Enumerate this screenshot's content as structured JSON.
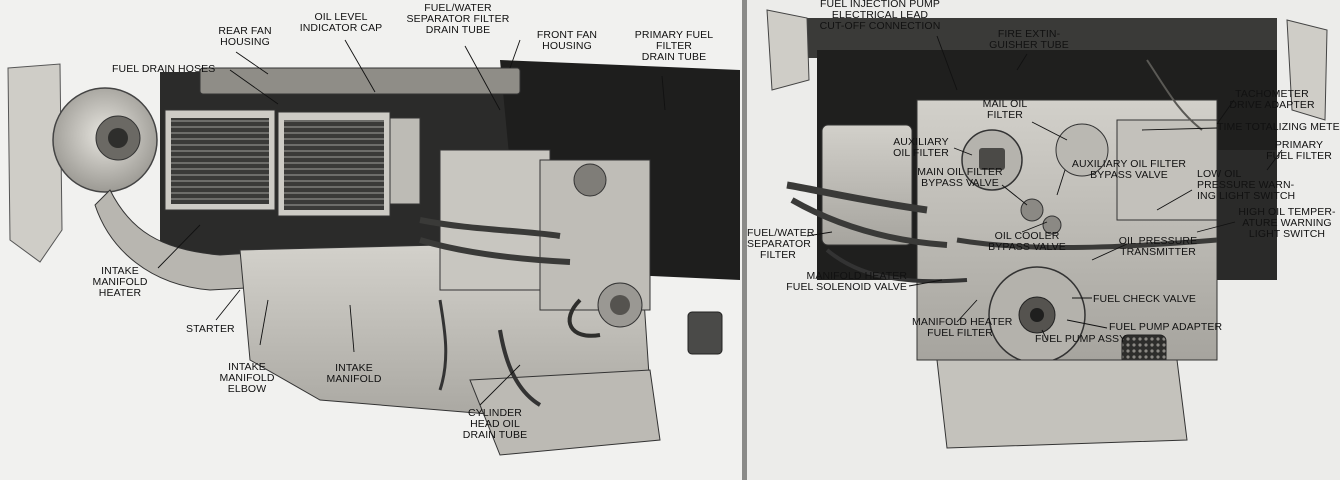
{
  "left": {
    "labels": [
      {
        "id": "rear-fan-housing",
        "text": "REAR FAN\nHOUSING"
      },
      {
        "id": "oil-level-indicator-cap",
        "text": "OIL LEVEL\nINDICATOR CAP"
      },
      {
        "id": "fuel-water-separator-filter-drain-tube",
        "text": "FUEL/WATER\nSEPARATOR FILTER\nDRAIN TUBE"
      },
      {
        "id": "front-fan-housing",
        "text": "FRONT FAN\nHOUSING"
      },
      {
        "id": "primary-fuel-filter-drain-tube",
        "text": "PRIMARY FUEL\nFILTER\nDRAIN TUBE"
      },
      {
        "id": "fuel-drain-hoses",
        "text": "FUEL DRAIN HOSES"
      },
      {
        "id": "intake-manifold-heater",
        "text": "INTAKE\nMANIFOLD\nHEATER"
      },
      {
        "id": "starter",
        "text": "STARTER"
      },
      {
        "id": "intake-manifold-elbow",
        "text": "INTAKE\nMANIFOLD\nELBOW"
      },
      {
        "id": "intake-manifold",
        "text": "INTAKE\nMANIFOLD"
      },
      {
        "id": "cylinder-head-oil-drain-tube",
        "text": "CYLINDER\nHEAD OIL\nDRAIN TUBE"
      }
    ]
  },
  "right": {
    "labels": [
      {
        "id": "fuel-injection-pump-electrical-lead",
        "text": "FUEL INJECTION PUMP\nELECTRICAL LEAD\nCUT-OFF CONNECTION"
      },
      {
        "id": "fire-extinguisher-tube",
        "text": "FIRE EXTIN-\nGUISHER TUBE"
      },
      {
        "id": "tachometer-drive-adapter",
        "text": "TACHOMETER\nDRIVE ADAPTER"
      },
      {
        "id": "time-totalizing-meter",
        "text": "TIME TOTALIZING METER"
      },
      {
        "id": "mail-oil-filter",
        "text": "MAIL OIL\nFILTER"
      },
      {
        "id": "auxiliary-oil-filter",
        "text": "AUXILIARY\nOIL FILTER"
      },
      {
        "id": "primary-fuel-filter",
        "text": "PRIMARY\nFUEL FILTER"
      },
      {
        "id": "main-oil-filter-bypass-valve",
        "text": "MAIN OIL FILTER\nBYPASS VALVE"
      },
      {
        "id": "auxiliary-oil-filter-bypass-valve",
        "text": "AUXILIARY OIL FILTER\nBYPASS VALVE"
      },
      {
        "id": "low-oil-pressure-warning-light-switch",
        "text": "LOW OIL\nPRESSURE WARN-\nING LIGHT SWITCH"
      },
      {
        "id": "high-oil-temperature-warning-light-switch",
        "text": "HIGH OIL TEMPER-\nATURE WARNING\nLIGHT SWITCH"
      },
      {
        "id": "fuel-water-separator-filter",
        "text": "FUEL/WATER\nSEPARATOR\nFILTER"
      },
      {
        "id": "oil-cooler-bypass-valve",
        "text": "OIL COOLER\nBYPASS VALVE"
      },
      {
        "id": "oil-pressure-transmitter",
        "text": "OIL PRESSURE\nTRANSMITTER"
      },
      {
        "id": "manifold-heater-fuel-solenoid-valve",
        "text": "MANIFOLD HEATER\nFUEL SOLENOID VALVE"
      },
      {
        "id": "fuel-check-valve",
        "text": "FUEL CHECK VALVE"
      },
      {
        "id": "fuel-pump-adapter",
        "text": "FUEL PUMP ADAPTER"
      },
      {
        "id": "manifold-heater-fuel-filter",
        "text": "MANIFOLD HEATER\nFUEL FILTER"
      },
      {
        "id": "fuel-pump-assy",
        "text": "FUEL PUMP ASSY"
      }
    ]
  }
}
